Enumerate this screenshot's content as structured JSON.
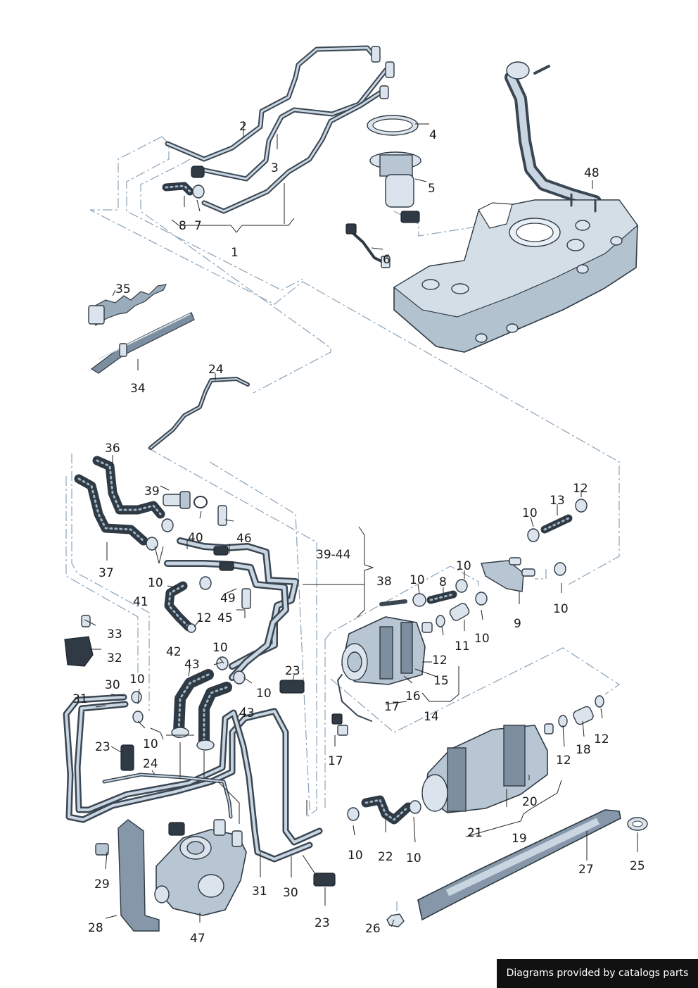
{
  "callouts": {
    "c1": "1",
    "c2": "2",
    "c3": "3",
    "c4": "4",
    "c5": "5",
    "c6": "6",
    "c7": "7",
    "c8a": "8",
    "c8b": "8",
    "c9": "9",
    "c10a": "10",
    "c10b": "10",
    "c10c": "10",
    "c10d": "10",
    "c10e": "10",
    "c10f": "10",
    "c10g": "10",
    "c10h": "10",
    "c10i": "10",
    "c10j": "10",
    "c10k": "10",
    "c10l": "10",
    "c11": "11",
    "c12a": "12",
    "c12b": "12",
    "c12c": "12",
    "c12d": "12",
    "c12e": "12",
    "c13": "13",
    "c14": "14",
    "c15": "15",
    "c16": "16",
    "c17a": "17",
    "c17b": "17",
    "c18": "18",
    "c19": "19",
    "c20": "20",
    "c21": "21",
    "c22": "22",
    "c23a": "23",
    "c23b": "23",
    "c23c": "23",
    "c24a": "24",
    "c24b": "24",
    "c25": "25",
    "c26": "26",
    "c27": "27",
    "c28": "28",
    "c29": "29",
    "c30a": "30",
    "c30b": "30",
    "c31a": "31",
    "c31b": "31",
    "c32": "32",
    "c33": "33",
    "c34": "34",
    "c35": "35",
    "c36": "36",
    "c37": "37",
    "c38": "38",
    "c39": "39",
    "c3944": "39-44",
    "c40": "40",
    "c41": "41",
    "c42": "42",
    "c43a": "43",
    "c43b": "43",
    "c45": "45",
    "c46": "46",
    "c47": "47",
    "c48": "48",
    "c49": "49"
  },
  "credit": "Diagrams provided by catalogs parts"
}
